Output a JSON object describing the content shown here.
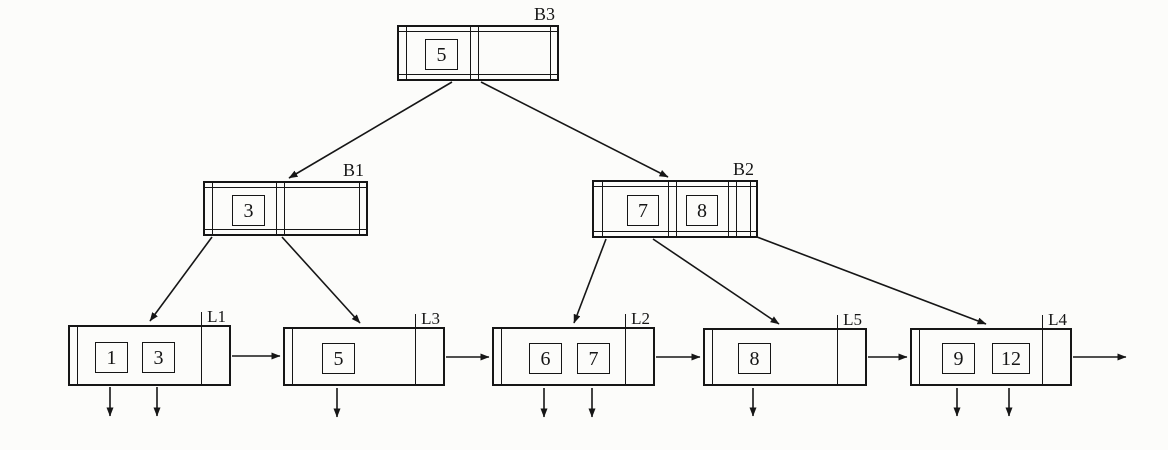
{
  "figure": {
    "background": "#fcfcfa",
    "ink": "#161616"
  },
  "nodes": {
    "b3": {
      "label": "B3",
      "keys": [
        "5"
      ]
    },
    "b1": {
      "label": "B1",
      "keys": [
        "3"
      ]
    },
    "b2": {
      "label": "B2",
      "keys": [
        "7",
        "8"
      ]
    },
    "l1": {
      "label": "L1",
      "keys": [
        "1",
        "3"
      ]
    },
    "l3": {
      "label": "L3",
      "keys": [
        "5"
      ]
    },
    "l2": {
      "label": "L2",
      "keys": [
        "6",
        "7"
      ]
    },
    "l5": {
      "label": "L5",
      "keys": [
        "8"
      ]
    },
    "l4": {
      "label": "L4",
      "keys": [
        "9",
        "12"
      ]
    }
  }
}
